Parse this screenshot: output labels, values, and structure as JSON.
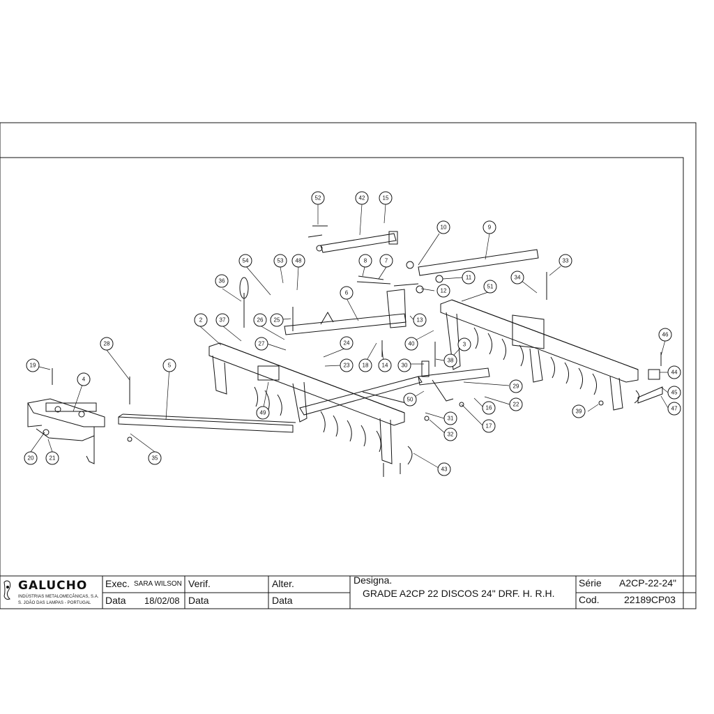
{
  "title_block": {
    "company": {
      "name": "GALUCHO",
      "line1": "INDÚSTRIAS METALOMECÂNICAS, S.A.",
      "line2": "S. JOÃO DAS LAMPAS - PORTUGAL"
    },
    "exec_label": "Exec.",
    "exec_value": "SARA WILSON",
    "data_label_1": "Data",
    "data_value_1": "18/02/08",
    "verif_label": "Verif.",
    "data_label_2": "Data",
    "alter_label": "Alter.",
    "data_label_3": "Data",
    "designa_label": "Designa.",
    "designa_value": "GRADE A2CP 22 DISCOS 24\" DRF. H. R.H.",
    "serie_label": "Série",
    "serie_value": "A2CP-22-24\"",
    "cod_label": "Cod.",
    "cod_value": "22189CP03"
  },
  "callouts": [
    "52",
    "42",
    "15",
    "10",
    "9",
    "8",
    "7",
    "54",
    "53",
    "48",
    "11",
    "6",
    "12",
    "34",
    "33",
    "36",
    "51",
    "37",
    "25",
    "26",
    "13",
    "2",
    "27",
    "24",
    "40",
    "3",
    "28",
    "18",
    "14",
    "30",
    "38",
    "46",
    "19",
    "4",
    "5",
    "23",
    "44",
    "45",
    "29",
    "49",
    "50",
    "22",
    "16",
    "47",
    "39",
    "31",
    "17",
    "32",
    "20",
    "21",
    "35",
    "43"
  ],
  "colors": {
    "line": "#111111",
    "paper": "#ffffff"
  }
}
